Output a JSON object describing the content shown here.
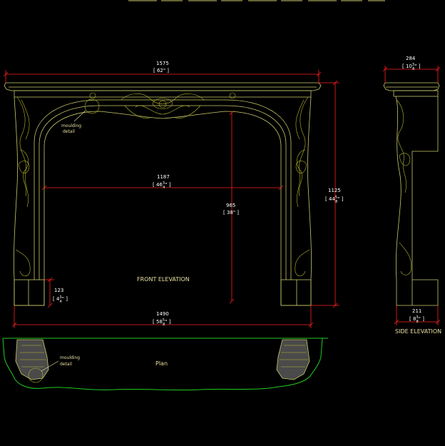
{
  "views": {
    "front": "FRONT ELEVATION",
    "side": "SIDE ELEVATION",
    "plan": "Plan"
  },
  "callouts": {
    "moulding_detail_1": "moulding",
    "moulding_detail_2": "detail",
    "plan_moulding_1": "moulding",
    "plan_moulding_2": "detail"
  },
  "dimensions": {
    "overall_width": {
      "mm": "1575",
      "in": "[ 62\" ]"
    },
    "opening_width": {
      "mm": "1187",
      "in_whole": "[ 46",
      "in_frac_num": "3",
      "in_frac_den": "4",
      "in_close": "\" ]"
    },
    "opening_height": {
      "mm": "965",
      "in": "[ 38\" ]"
    },
    "overall_height": {
      "mm": "1125",
      "in_whole": "[ 44",
      "in_frac_num": "5",
      "in_frac_den": "8",
      "in_close": "\" ]"
    },
    "plinth_height": {
      "mm": "123",
      "in_whole": "[ 4",
      "in_frac_num": "3",
      "in_frac_den": "4",
      "in_close": "\" ]"
    },
    "base_width": {
      "mm": "1490",
      "in_whole": "[ 58",
      "in_frac_num": "5",
      "in_frac_den": "8",
      "in_close": "\" ]"
    },
    "shelf_depth": {
      "mm": "284",
      "in_whole": "[ 10",
      "in_frac_num": "3",
      "in_frac_den": "8",
      "in_close": "\" ]"
    },
    "base_depth": {
      "mm": "211",
      "in_whole": "[ 8",
      "in_frac_num": "3",
      "in_frac_den": "8",
      "in_close": "\" ]"
    }
  },
  "colors": {
    "background": "#000000",
    "outline": "#c9c96a",
    "dimension": "#ff2020",
    "plan_outline": "#22cc22",
    "text": "#ffffff"
  }
}
